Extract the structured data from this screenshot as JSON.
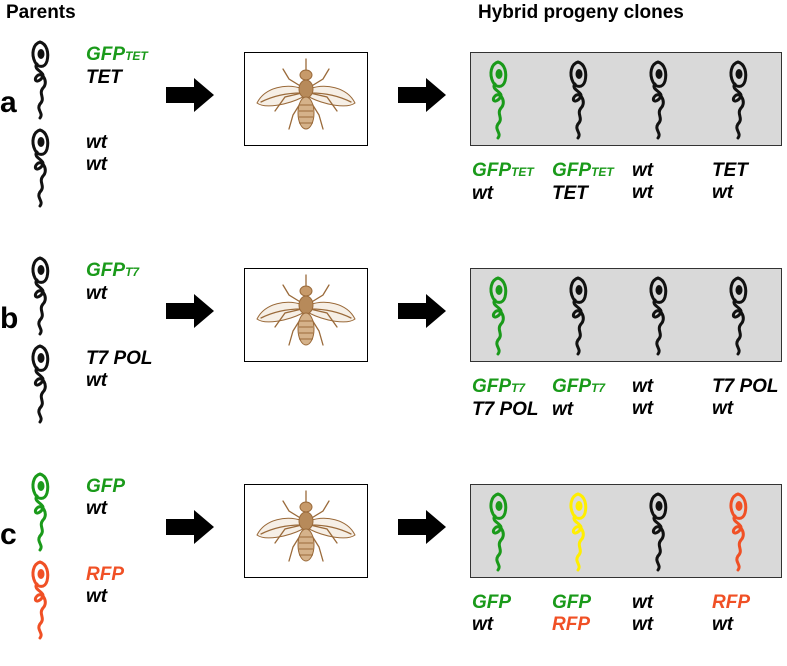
{
  "headers": {
    "parents": "Parents",
    "progeny": "Hybrid progeny clones"
  },
  "colors": {
    "green": "#1a9a1a",
    "black": "#111111",
    "red": "#f05025",
    "yellow": "#ffee00",
    "fly": "#9a6a3a",
    "box_gray": "#d9d9d9"
  },
  "icons": {
    "parasite": "trypanosome-icon",
    "arrow": "right-arrow-icon",
    "fly": "tsetse-fly-icon"
  },
  "rows": [
    {
      "letter": "a",
      "parents": [
        {
          "color": "black",
          "lines": [
            {
              "main": "GFP",
              "sub": "TET",
              "color": "green"
            },
            {
              "main": "TET",
              "sub": "",
              "color": "black"
            }
          ]
        },
        {
          "color": "black",
          "lines": [
            {
              "main": "wt",
              "sub": "",
              "color": "black"
            },
            {
              "main": "wt",
              "sub": "",
              "color": "black"
            }
          ]
        }
      ],
      "progeny": [
        {
          "color": "green",
          "lines": [
            {
              "main": "GFP",
              "sub": "TET",
              "color": "green"
            },
            {
              "main": "wt",
              "sub": "",
              "color": "black"
            }
          ]
        },
        {
          "color": "black",
          "lines": [
            {
              "main": "GFP",
              "sub": "TET",
              "color": "green"
            },
            {
              "main": "TET",
              "sub": "",
              "color": "black"
            }
          ]
        },
        {
          "color": "black",
          "lines": [
            {
              "main": "wt",
              "sub": "",
              "color": "black"
            },
            {
              "main": "wt",
              "sub": "",
              "color": "black"
            }
          ]
        },
        {
          "color": "black",
          "lines": [
            {
              "main": "TET",
              "sub": "",
              "color": "black"
            },
            {
              "main": "wt",
              "sub": "",
              "color": "black"
            }
          ]
        }
      ]
    },
    {
      "letter": "b",
      "parents": [
        {
          "color": "black",
          "lines": [
            {
              "main": "GFP",
              "sub": "T7",
              "color": "green"
            },
            {
              "main": "wt",
              "sub": "",
              "color": "black"
            }
          ]
        },
        {
          "color": "black",
          "lines": [
            {
              "main": "T7 POL",
              "sub": "",
              "color": "black"
            },
            {
              "main": "wt",
              "sub": "",
              "color": "black"
            }
          ]
        }
      ],
      "progeny": [
        {
          "color": "green",
          "lines": [
            {
              "main": "GFP",
              "sub": "T7",
              "color": "green"
            },
            {
              "main": "T7 POL",
              "sub": "",
              "color": "black"
            }
          ]
        },
        {
          "color": "black",
          "lines": [
            {
              "main": "GFP",
              "sub": "T7",
              "color": "green"
            },
            {
              "main": "wt",
              "sub": "",
              "color": "black"
            }
          ]
        },
        {
          "color": "black",
          "lines": [
            {
              "main": "wt",
              "sub": "",
              "color": "black"
            },
            {
              "main": "wt",
              "sub": "",
              "color": "black"
            }
          ]
        },
        {
          "color": "black",
          "lines": [
            {
              "main": "T7 POL",
              "sub": "",
              "color": "black"
            },
            {
              "main": "wt",
              "sub": "",
              "color": "black"
            }
          ]
        }
      ]
    },
    {
      "letter": "c",
      "parents": [
        {
          "color": "green",
          "lines": [
            {
              "main": "GFP",
              "sub": "",
              "color": "green"
            },
            {
              "main": "wt",
              "sub": "",
              "color": "black"
            }
          ]
        },
        {
          "color": "red",
          "lines": [
            {
              "main": "RFP",
              "sub": "",
              "color": "red"
            },
            {
              "main": "wt",
              "sub": "",
              "color": "black"
            }
          ]
        }
      ],
      "progeny": [
        {
          "color": "green",
          "lines": [
            {
              "main": "GFP",
              "sub": "",
              "color": "green"
            },
            {
              "main": "wt",
              "sub": "",
              "color": "black"
            }
          ]
        },
        {
          "color": "yellow",
          "lines": [
            {
              "main": "GFP",
              "sub": "",
              "color": "green"
            },
            {
              "main": "RFP",
              "sub": "",
              "color": "red"
            }
          ]
        },
        {
          "color": "black",
          "lines": [
            {
              "main": "wt",
              "sub": "",
              "color": "black"
            },
            {
              "main": "wt",
              "sub": "",
              "color": "black"
            }
          ]
        },
        {
          "color": "red",
          "lines": [
            {
              "main": "RFP",
              "sub": "",
              "color": "red"
            },
            {
              "main": "wt",
              "sub": "",
              "color": "black"
            }
          ]
        }
      ]
    }
  ]
}
